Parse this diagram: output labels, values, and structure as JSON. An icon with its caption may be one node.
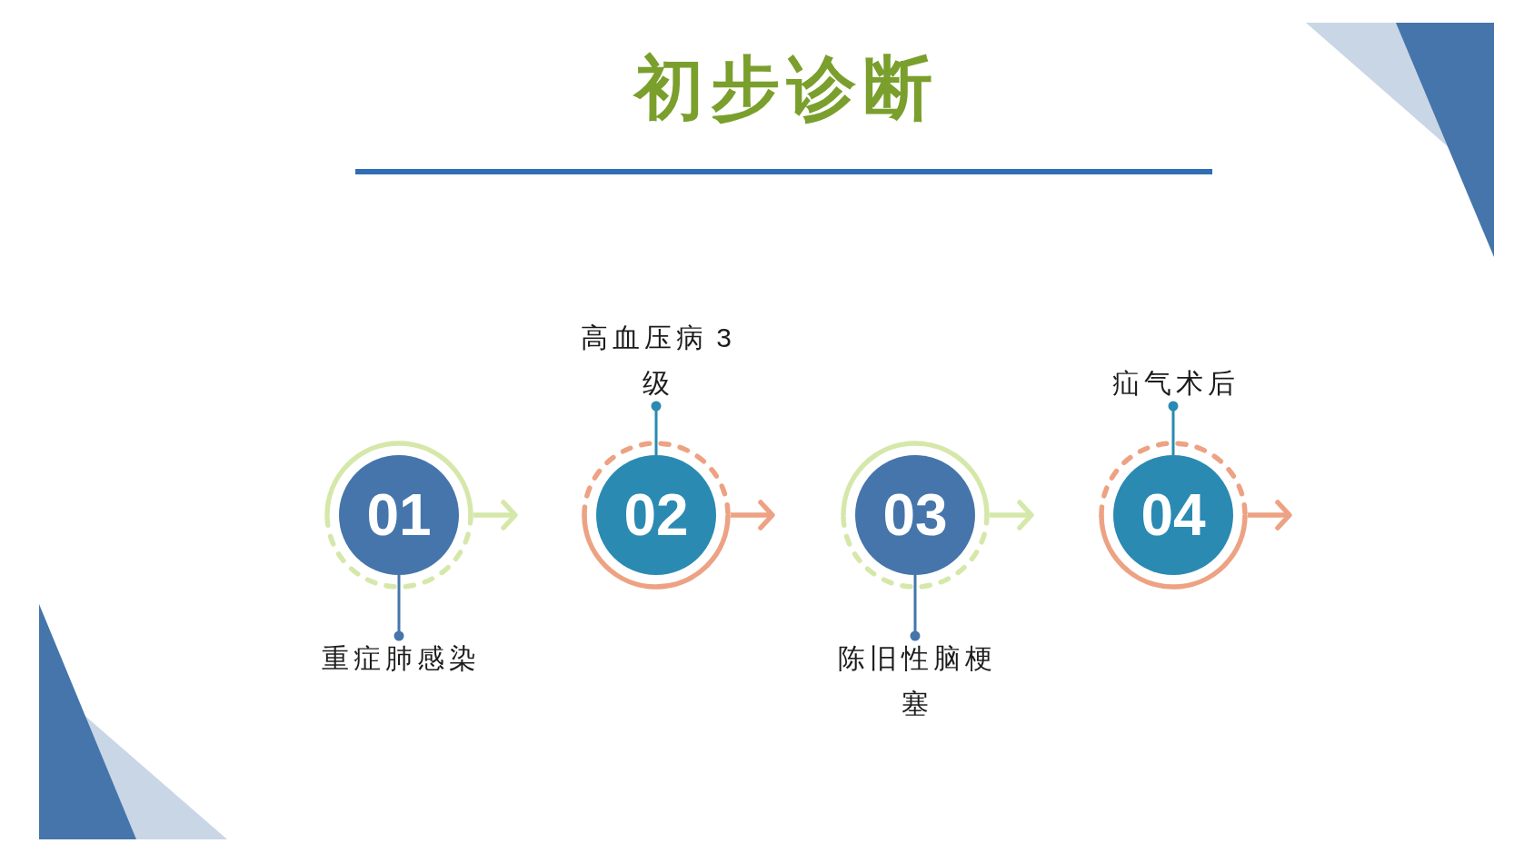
{
  "diagram": {
    "title": "初步诊断",
    "nodes": [
      {
        "text": [],
        "shape": "circle"
      },
      {
        "text": [
          "01"
        ],
        "in": 0
      },
      {
        "text": [
          "重症肺感染"
        ]
      },
      {
        "text": [],
        "shape": "circle"
      },
      {
        "text": [
          "02"
        ],
        "in": 3
      },
      {
        "text": [
          "高血压病 3级"
        ]
      },
      {
        "text": [],
        "shape": "circle"
      },
      {
        "text": [
          "03"
        ],
        "in": 6
      },
      {
        "text": [
          "陈旧性脑梗塞"
        ]
      },
      {
        "text": [],
        "shape": "circle"
      },
      {
        "text": [
          "04"
        ],
        "in": 9
      },
      {
        "text": [
          "疝气术后"
        ]
      }
    ],
    "edges": [
      {
        "from": 1,
        "to": 2,
        "arrow": "other",
        "color": "#4575aa"
      },
      {
        "from": 0,
        "to": null,
        "arrow": "to",
        "color": "#d5e8aa"
      },
      {
        "from": 4,
        "to": 5,
        "arrow": "other",
        "color": "#2a8ab2"
      },
      {
        "from": 3,
        "to": null,
        "arrow": "to",
        "color": "#eda283"
      },
      {
        "from": 7,
        "to": 8,
        "arrow": "other",
        "color": "#4575aa"
      },
      {
        "from": 6,
        "to": null,
        "arrow": "to",
        "color": "#d5e8aa"
      },
      {
        "from": 10,
        "to": 11,
        "arrow": "other",
        "color": "#2a8ab2"
      },
      {
        "from": 9,
        "to": null,
        "arrow": "to",
        "color": "#eda283"
      }
    ]
  }
}
